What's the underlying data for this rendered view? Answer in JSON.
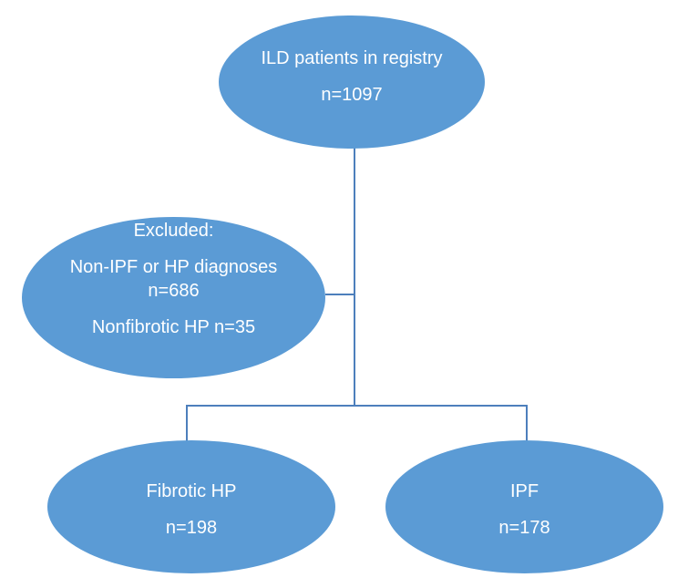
{
  "colors": {
    "ellipse_fill": "#5B9BD5",
    "connector_line": "#4D7FBC",
    "text": "#FFFFFF"
  },
  "nodes": {
    "top": {
      "line1": "ILD patients in registry",
      "line2": "n=1097"
    },
    "excluded": {
      "line1": "Excluded:",
      "line2": "Non-IPF or HP diagnoses n=686",
      "line3": "Nonfibrotic HP n=35"
    },
    "fibrotic": {
      "line1": "Fibrotic HP",
      "line2": "n=198"
    },
    "ipf": {
      "line1": "IPF",
      "line2": "n=178"
    }
  }
}
